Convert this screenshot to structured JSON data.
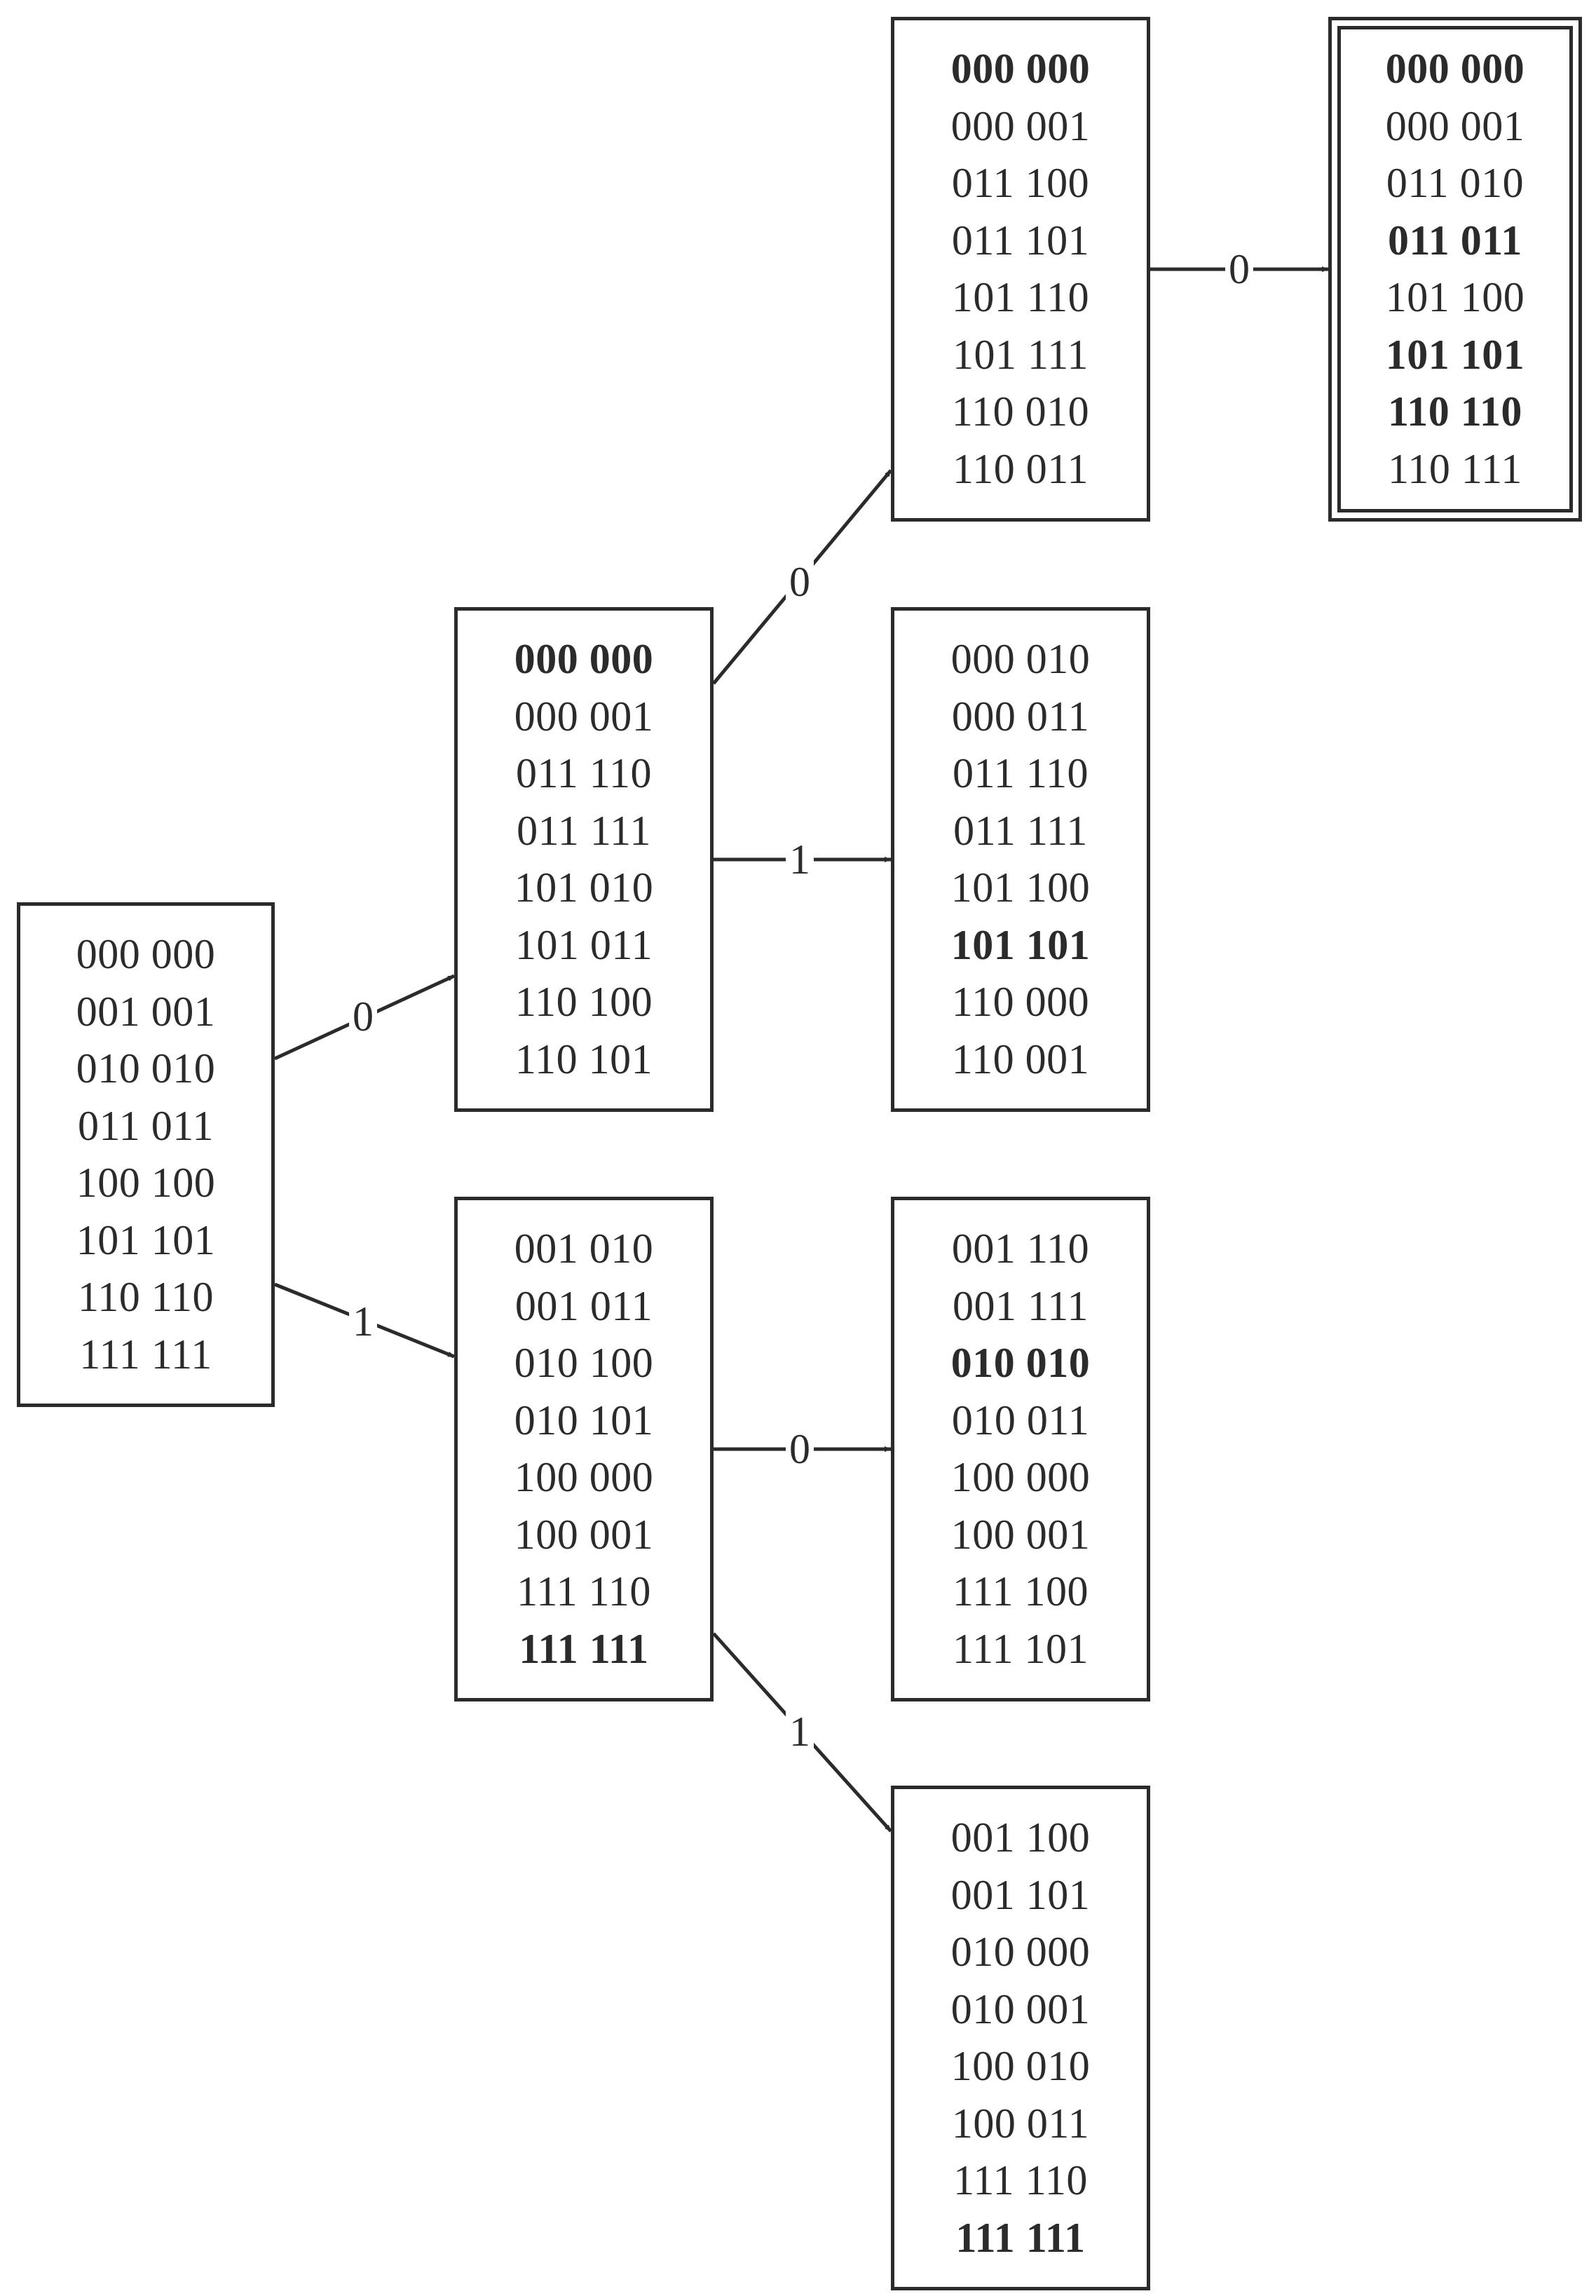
{
  "nodes": [
    {
      "id": "root",
      "rows": [
        {
          "text": "000 000",
          "bold": false
        },
        {
          "text": "001 001",
          "bold": false
        },
        {
          "text": "010 010",
          "bold": false
        },
        {
          "text": "011 011",
          "bold": false
        },
        {
          "text": "100 100",
          "bold": false
        },
        {
          "text": "101 101",
          "bold": false
        },
        {
          "text": "110 110",
          "bold": false
        },
        {
          "text": "111 111",
          "bold": false
        }
      ]
    },
    {
      "id": "n0",
      "rows": [
        {
          "text": "000 000",
          "bold": true
        },
        {
          "text": "000 001",
          "bold": false
        },
        {
          "text": "011 110",
          "bold": false
        },
        {
          "text": "011 111",
          "bold": false
        },
        {
          "text": "101 010",
          "bold": false
        },
        {
          "text": "101 011",
          "bold": false
        },
        {
          "text": "110 100",
          "bold": false
        },
        {
          "text": "110 101",
          "bold": false
        }
      ]
    },
    {
      "id": "n1",
      "rows": [
        {
          "text": "001 010",
          "bold": false
        },
        {
          "text": "001 011",
          "bold": false
        },
        {
          "text": "010 100",
          "bold": false
        },
        {
          "text": "010 101",
          "bold": false
        },
        {
          "text": "100 000",
          "bold": false
        },
        {
          "text": "100 001",
          "bold": false
        },
        {
          "text": "111 110",
          "bold": false
        },
        {
          "text": "111 111",
          "bold": true
        }
      ]
    },
    {
      "id": "n00",
      "rows": [
        {
          "text": "000 000",
          "bold": true
        },
        {
          "text": "000 001",
          "bold": false
        },
        {
          "text": "011 100",
          "bold": false
        },
        {
          "text": "011 101",
          "bold": false
        },
        {
          "text": "101 110",
          "bold": false
        },
        {
          "text": "101 111",
          "bold": false
        },
        {
          "text": "110 010",
          "bold": false
        },
        {
          "text": "110 011",
          "bold": false
        }
      ]
    },
    {
      "id": "n01",
      "rows": [
        {
          "text": "000 010",
          "bold": false
        },
        {
          "text": "000 011",
          "bold": false
        },
        {
          "text": "011 110",
          "bold": false
        },
        {
          "text": "011 111",
          "bold": false
        },
        {
          "text": "101 100",
          "bold": false
        },
        {
          "text": "101 101",
          "bold": true
        },
        {
          "text": "110 000",
          "bold": false
        },
        {
          "text": "110 001",
          "bold": false
        }
      ]
    },
    {
      "id": "n10",
      "rows": [
        {
          "text": "001 110",
          "bold": false
        },
        {
          "text": "001 111",
          "bold": false
        },
        {
          "text": "010 010",
          "bold": true
        },
        {
          "text": "010 011",
          "bold": false
        },
        {
          "text": "100 000",
          "bold": false
        },
        {
          "text": "100 001",
          "bold": false
        },
        {
          "text": "111 100",
          "bold": false
        },
        {
          "text": "111 101",
          "bold": false
        }
      ]
    },
    {
      "id": "n11",
      "rows": [
        {
          "text": "001 100",
          "bold": false
        },
        {
          "text": "001 101",
          "bold": false
        },
        {
          "text": "010 000",
          "bold": false
        },
        {
          "text": "010 001",
          "bold": false
        },
        {
          "text": "100 010",
          "bold": false
        },
        {
          "text": "100 011",
          "bold": false
        },
        {
          "text": "111 110",
          "bold": false
        },
        {
          "text": "111 111",
          "bold": true
        }
      ]
    },
    {
      "id": "n000",
      "rows": [
        {
          "text": "000 000",
          "bold": true
        },
        {
          "text": "000 001",
          "bold": false
        },
        {
          "text": "011 010",
          "bold": false
        },
        {
          "text": "011 011",
          "bold": true
        },
        {
          "text": "101 100",
          "bold": false
        },
        {
          "text": "101 101",
          "bold": true
        },
        {
          "text": "110 110",
          "bold": true
        },
        {
          "text": "110 111",
          "bold": false
        }
      ]
    }
  ],
  "edges": [
    {
      "from": "root",
      "to": "n0",
      "label": "0"
    },
    {
      "from": "root",
      "to": "n1",
      "label": "1"
    },
    {
      "from": "n0",
      "to": "n00",
      "label": "0"
    },
    {
      "from": "n0",
      "to": "n01",
      "label": "1"
    },
    {
      "from": "n1",
      "to": "n10",
      "label": "0"
    },
    {
      "from": "n1",
      "to": "n11",
      "label": "1"
    },
    {
      "from": "n00",
      "to": "n000",
      "label": "0"
    }
  ]
}
